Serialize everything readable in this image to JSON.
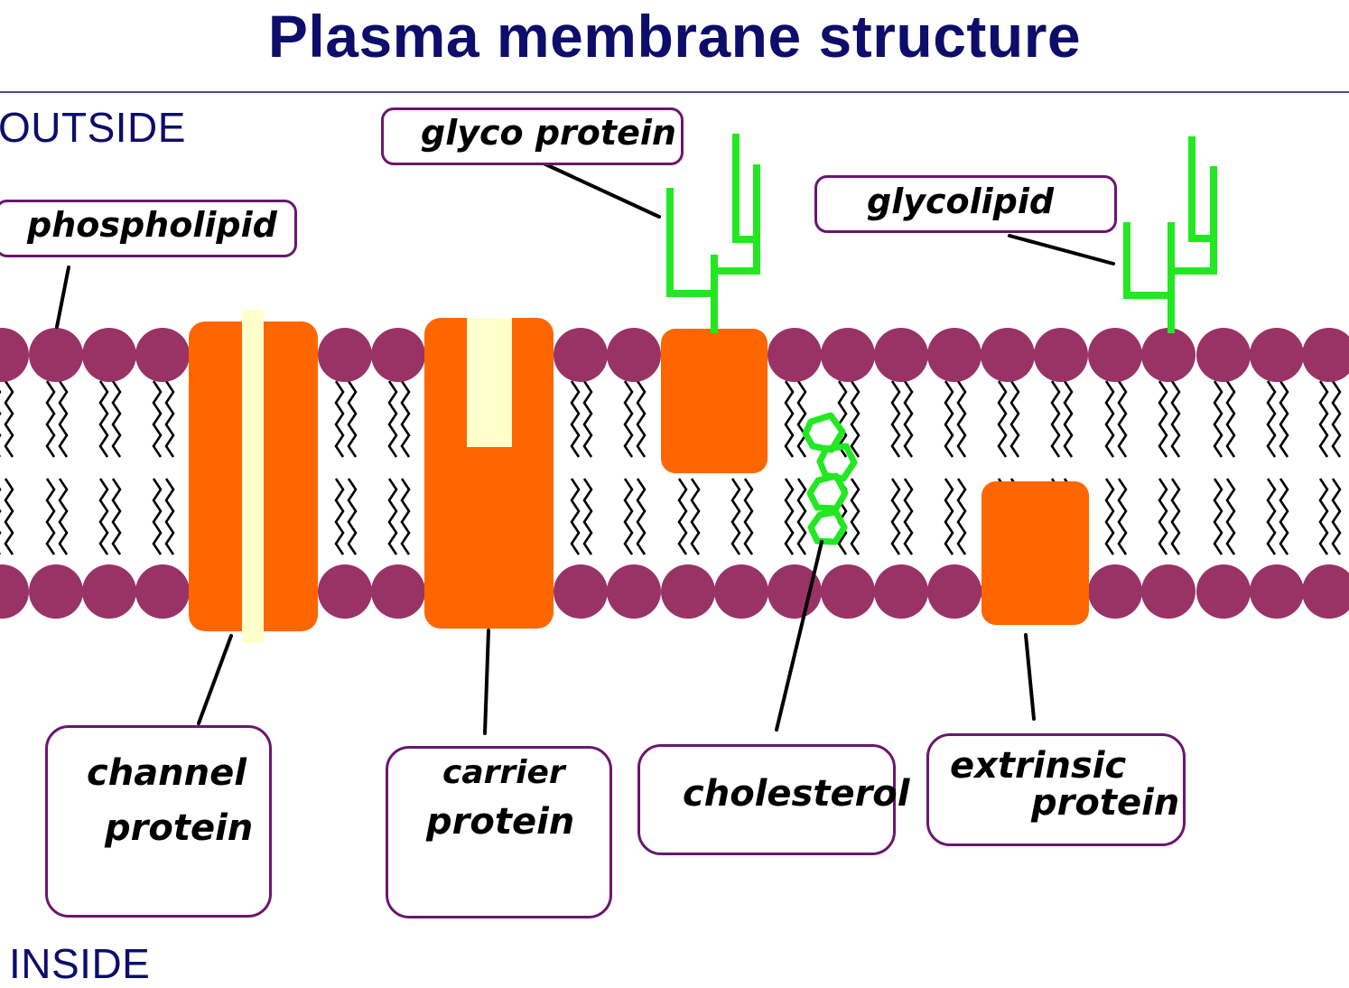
{
  "title": "Plasma membrane structure",
  "side_labels": {
    "outside": "OUTSIDE",
    "inside": "INSIDE"
  },
  "labels": {
    "glycoprotein": "glyco protein",
    "glycolipid": "glycolipid",
    "phospholipid": "phospholipid",
    "channel_protein": {
      "line1": "channel",
      "line2": "protein"
    },
    "carrier_protein": {
      "line1": "carrier",
      "line2": "protein"
    },
    "cholesterol": "cholesterol",
    "extrinsic_protein": {
      "line1": "extrinsic",
      "line2": "protein"
    }
  },
  "colors": {
    "title": "#0d0d6b",
    "phospholipid_head": "#993366",
    "protein": "#ff6600",
    "channel": "#ffffcc",
    "carbohydrate": "#22e822",
    "label_border": "#6a1670"
  }
}
